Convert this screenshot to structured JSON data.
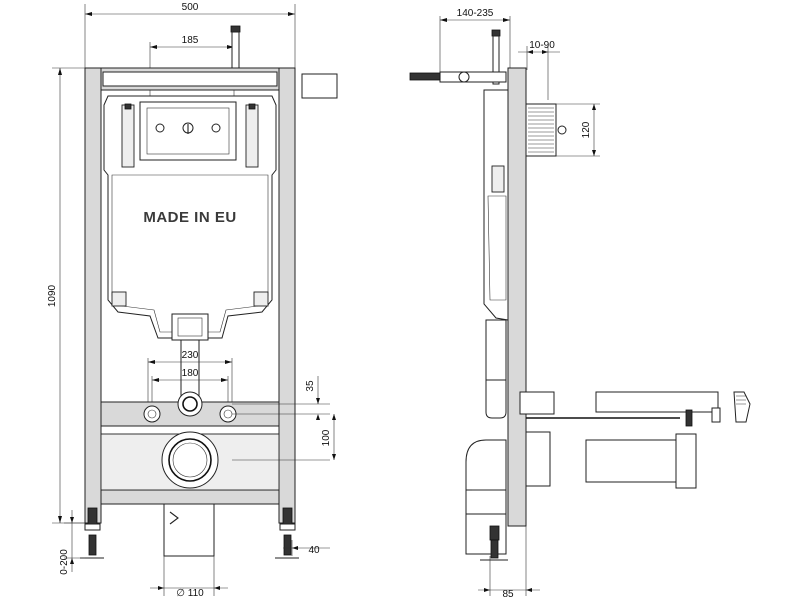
{
  "front_view": {
    "width_label": "500",
    "flush_offset_label": "185",
    "height_label": "1090",
    "leg_adjust_label": "0-200",
    "bolt_outer_label": "230",
    "bolt_inner_label": "180",
    "bolt_offset_label": "35",
    "drain_offset_label": "100",
    "foot_label": "40",
    "drain_diameter_label": "∅ 110",
    "tank_marking": "MADE IN EU"
  },
  "side_view": {
    "depth_label": "140-235",
    "panel_label": "10-90",
    "panel_height_label": "120",
    "foot_depth_label": "85"
  }
}
